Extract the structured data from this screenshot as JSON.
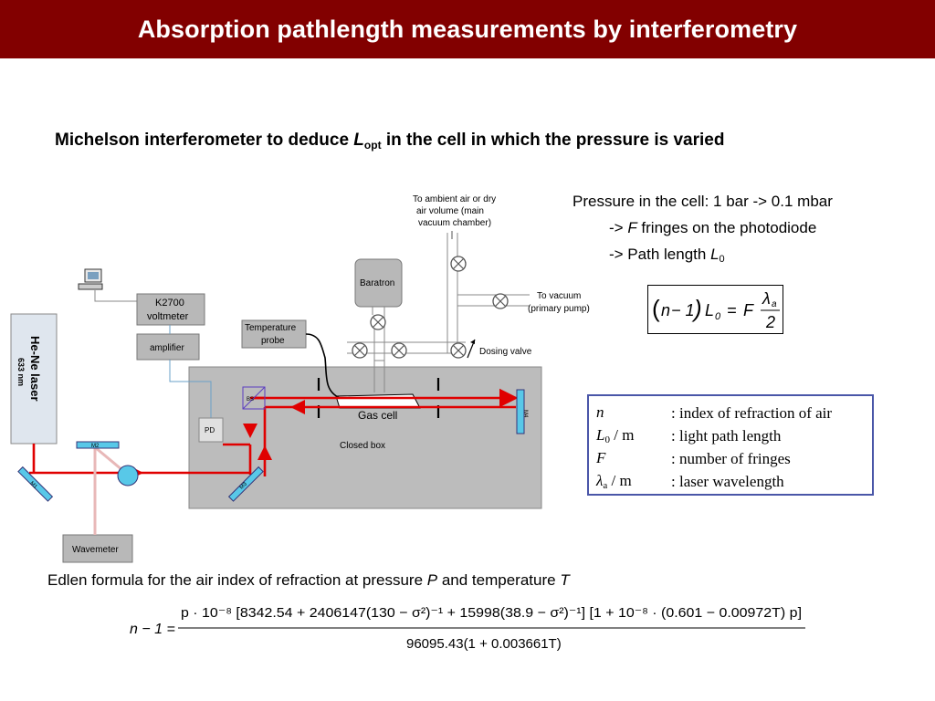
{
  "header": {
    "title": "Absorption pathlength measurements by interferometry"
  },
  "subtitle": {
    "prefix": "Michelson interferometer to deduce ",
    "sym": "L",
    "sub": "opt",
    "suffix": " in the cell in which the pressure is varied"
  },
  "pressure": {
    "line1": "Pressure in the cell: 1 bar -> 0.1 mbar",
    "line2_prefix": "-> ",
    "line2_sym": "F",
    "line2_suffix": " fringes on the photodiode",
    "line3_prefix": "-> Path length ",
    "line3_sym": "L",
    "line3_sub": "0"
  },
  "equation": {
    "lhs_open": "(",
    "n": "n",
    "minus1": "− 1",
    "lhs_close": ")",
    "L": "L",
    "L_sub": "0",
    "eq": "=",
    "F": "F",
    "lambda": "λ",
    "lambda_sub": "a",
    "den": "2"
  },
  "legend": {
    "items": [
      {
        "sym": "n",
        "sub": "",
        "unit": "",
        "desc": ": index of refraction of air"
      },
      {
        "sym": "L",
        "sub": "0",
        "unit": " / m",
        "desc": ": light path length"
      },
      {
        "sym": "F",
        "sub": "",
        "unit": "",
        "desc": ": number of fringes"
      },
      {
        "sym": "λ",
        "sub": "a",
        "unit": " / m",
        "desc": ": laser wavelength"
      }
    ]
  },
  "diagram": {
    "ambient_label_1": "To ambient air or dry",
    "ambient_label_2": "air volume (main",
    "ambient_label_3": "vacuum chamber)",
    "vacuum_label_1": "To vacuum",
    "vacuum_label_2": "(primary pump)",
    "dosing_valve": "Dosing valve",
    "baratron": "Baratron",
    "k2700_1": "K2700",
    "k2700_2": "voltmeter",
    "amplifier": "amplifier",
    "temp_probe_1": "Temperature",
    "temp_probe_2": "probe",
    "laser_1": "He-Ne laser",
    "laser_2": "633 nm",
    "pd": "PD",
    "bs": "BS",
    "m1": "M1",
    "m2": "M2",
    "m3": "M3",
    "m4": "M4",
    "gas_cell": "Gas cell",
    "closed_box": "Closed box",
    "wavemeter": "Wavemeter"
  },
  "edlen": {
    "prefix": "Edlen formula for the air index of refraction at pressure ",
    "P": "P",
    "mid": " and temperature ",
    "T": "T"
  },
  "formula": {
    "lhs": "n − 1 =",
    "numerator": "p · 10⁻⁸ [8342.54 + 2406147(130 − σ²)⁻¹ + 15998(38.9 − σ²)⁻¹] [1 + 10⁻⁸ · (0.601 − 0.00972T) p]",
    "denominator": "96095.43(1 + 0.003661T)"
  },
  "colors": {
    "header_bg": "#820000",
    "beam": "#e00000",
    "legend_border": "#4a56a8",
    "box_fill": "#bcbcbc",
    "mirror": "#58c8e8"
  }
}
